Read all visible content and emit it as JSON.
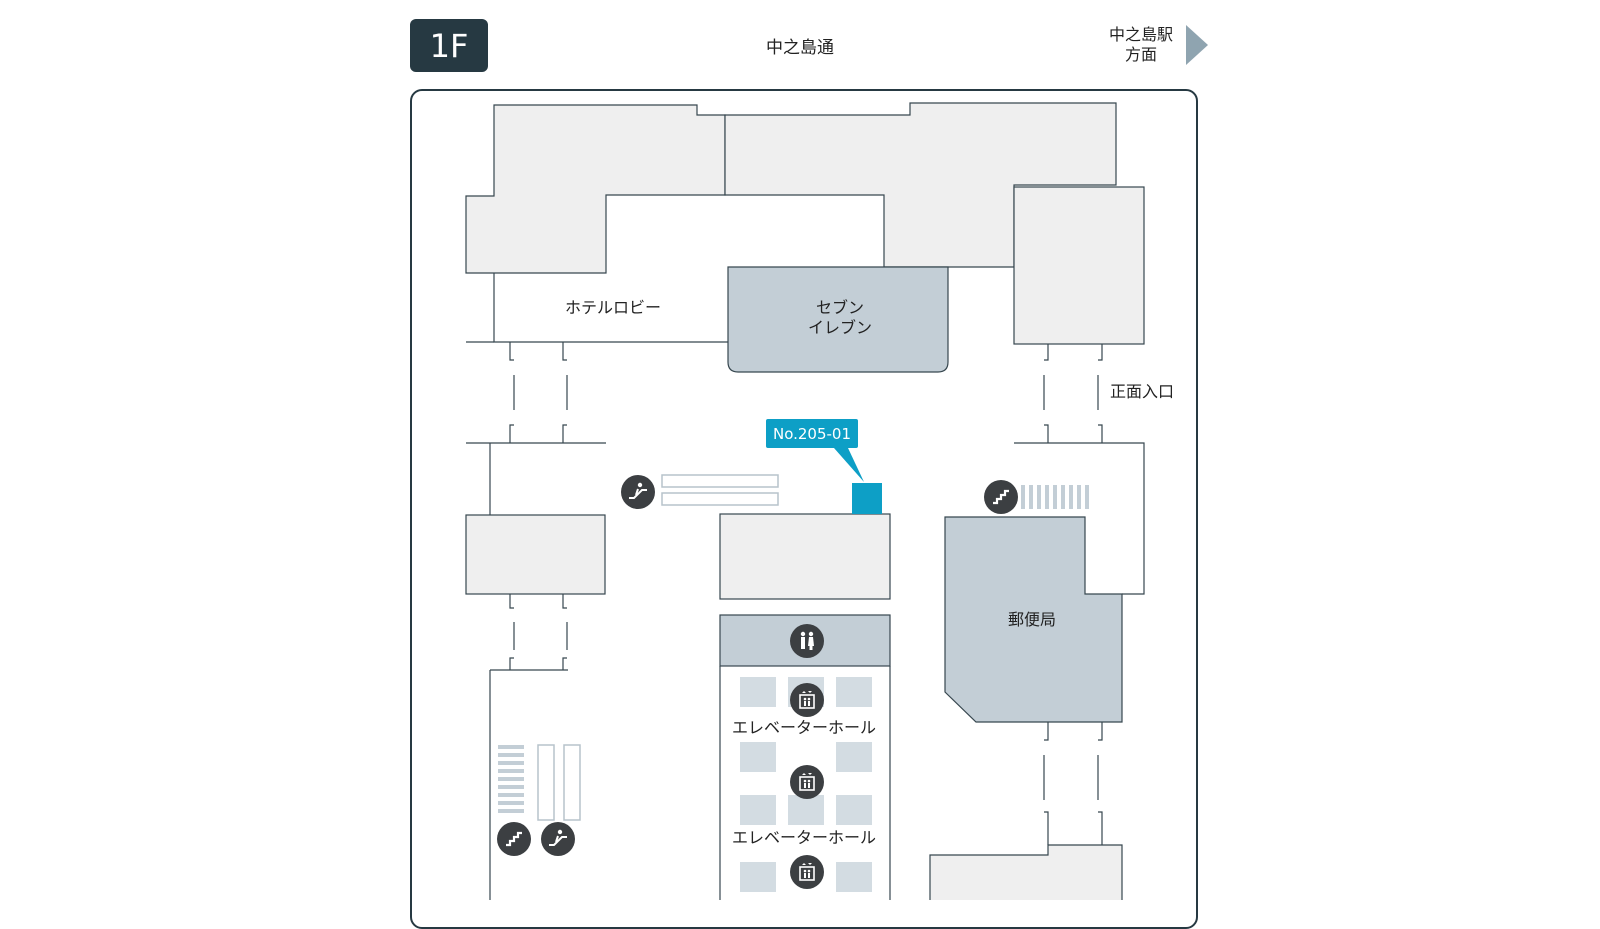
{
  "floor": {
    "label": "1F"
  },
  "street": {
    "name": "中之島通"
  },
  "direction": {
    "line1": "中之島駅",
    "line2": "方面"
  },
  "map": {
    "areas": {
      "hotel_lobby": "ホテルロビー",
      "seven_eleven_line1": "セブン",
      "seven_eleven_line2": "イレブン",
      "main_entrance": "正面入口",
      "post_office": "郵便局",
      "elevator_hall_1": "エレベーターホール",
      "elevator_hall_2": "エレベーターホール"
    },
    "callout": {
      "label": "No.205-01",
      "color": "#0d9fc6"
    },
    "icons": [
      "escalator-icon",
      "stairs-icon",
      "restroom-icon",
      "elevator-icon"
    ]
  },
  "colors": {
    "badge": "#263942",
    "building_fill": "#efefef",
    "highlight_fill": "#c3ced6",
    "outline": "#37474f",
    "icon_bg": "#3c3f42"
  }
}
